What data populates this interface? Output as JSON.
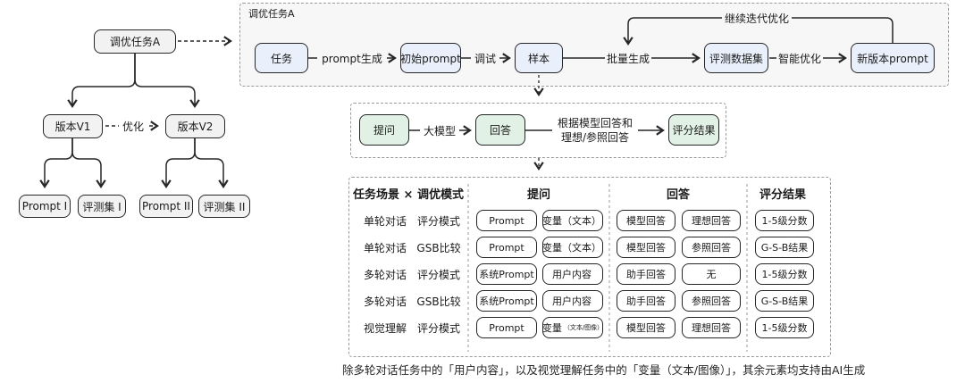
{
  "colors": {
    "box_gray": "#f2f2f2",
    "box_blue": "#e9f0fb",
    "box_green": "#e2f1e6",
    "container_bg": "#f7f7f7",
    "border_dark": "#262626",
    "dashed_border": "#9a9a9a"
  },
  "tree": {
    "root": "调优任务A",
    "versions": [
      "版本V1",
      "版本V2"
    ],
    "optimize": "优化",
    "leaves": [
      "Prompt I",
      "评测集 I",
      "Prompt II",
      "评测集 II"
    ]
  },
  "pipeline": {
    "label": "调优任务A",
    "nodes": [
      "任务",
      "初始prompt",
      "样本",
      "评测数据集",
      "新版本prompt"
    ],
    "edges": [
      "prompt生成",
      "调试",
      "批量生成",
      "智能优化"
    ],
    "loop_label": "继续迭代优化"
  },
  "eval_flow": {
    "nodes": [
      "提问",
      "回答",
      "评分结果"
    ],
    "edge1": "大模型",
    "edge2_line1": "根据模型回答和",
    "edge2_line2": "理想/参照回答"
  },
  "table": {
    "headers": [
      "任务场景 × 调优模式",
      "提问",
      "回答",
      "评分结果"
    ],
    "rows": [
      {
        "scene": "单轮对话",
        "mode": "评分模式",
        "q1": "Prompt",
        "q2": "变量（文本）",
        "q2_sub": "",
        "a1": "模型回答",
        "a2": "理想回答",
        "score": "1-5级分数"
      },
      {
        "scene": "单轮对话",
        "mode": "GSB比较",
        "q1": "Prompt",
        "q2": "变量（文本）",
        "q2_sub": "",
        "a1": "模型回答",
        "a2": "参照回答",
        "score": "G-S-B结果"
      },
      {
        "scene": "多轮对话",
        "mode": "评分模式",
        "q1": "系统Prompt",
        "q2": "用户内容",
        "q2_sub": "",
        "a1": "助手回答",
        "a2": "无",
        "score": "1-5级分数"
      },
      {
        "scene": "多轮对话",
        "mode": "GSB比较",
        "q1": "系统Prompt",
        "q2": "用户内容",
        "q2_sub": "",
        "a1": "助手回答",
        "a2": "参照回答",
        "score": "G-S-B结果"
      },
      {
        "scene": "视觉理解",
        "mode": "评分模式",
        "q1": "Prompt",
        "q2": "变量",
        "q2_sub": "（文本/图像）",
        "a1": "模型回答",
        "a2": "理想回答",
        "score": "1-5级分数"
      }
    ]
  },
  "footnote": "除多轮对话任务中的「用户内容」，以及视觉理解任务中的「变量（文本/图像）」，其余元素均支持由AI生成"
}
